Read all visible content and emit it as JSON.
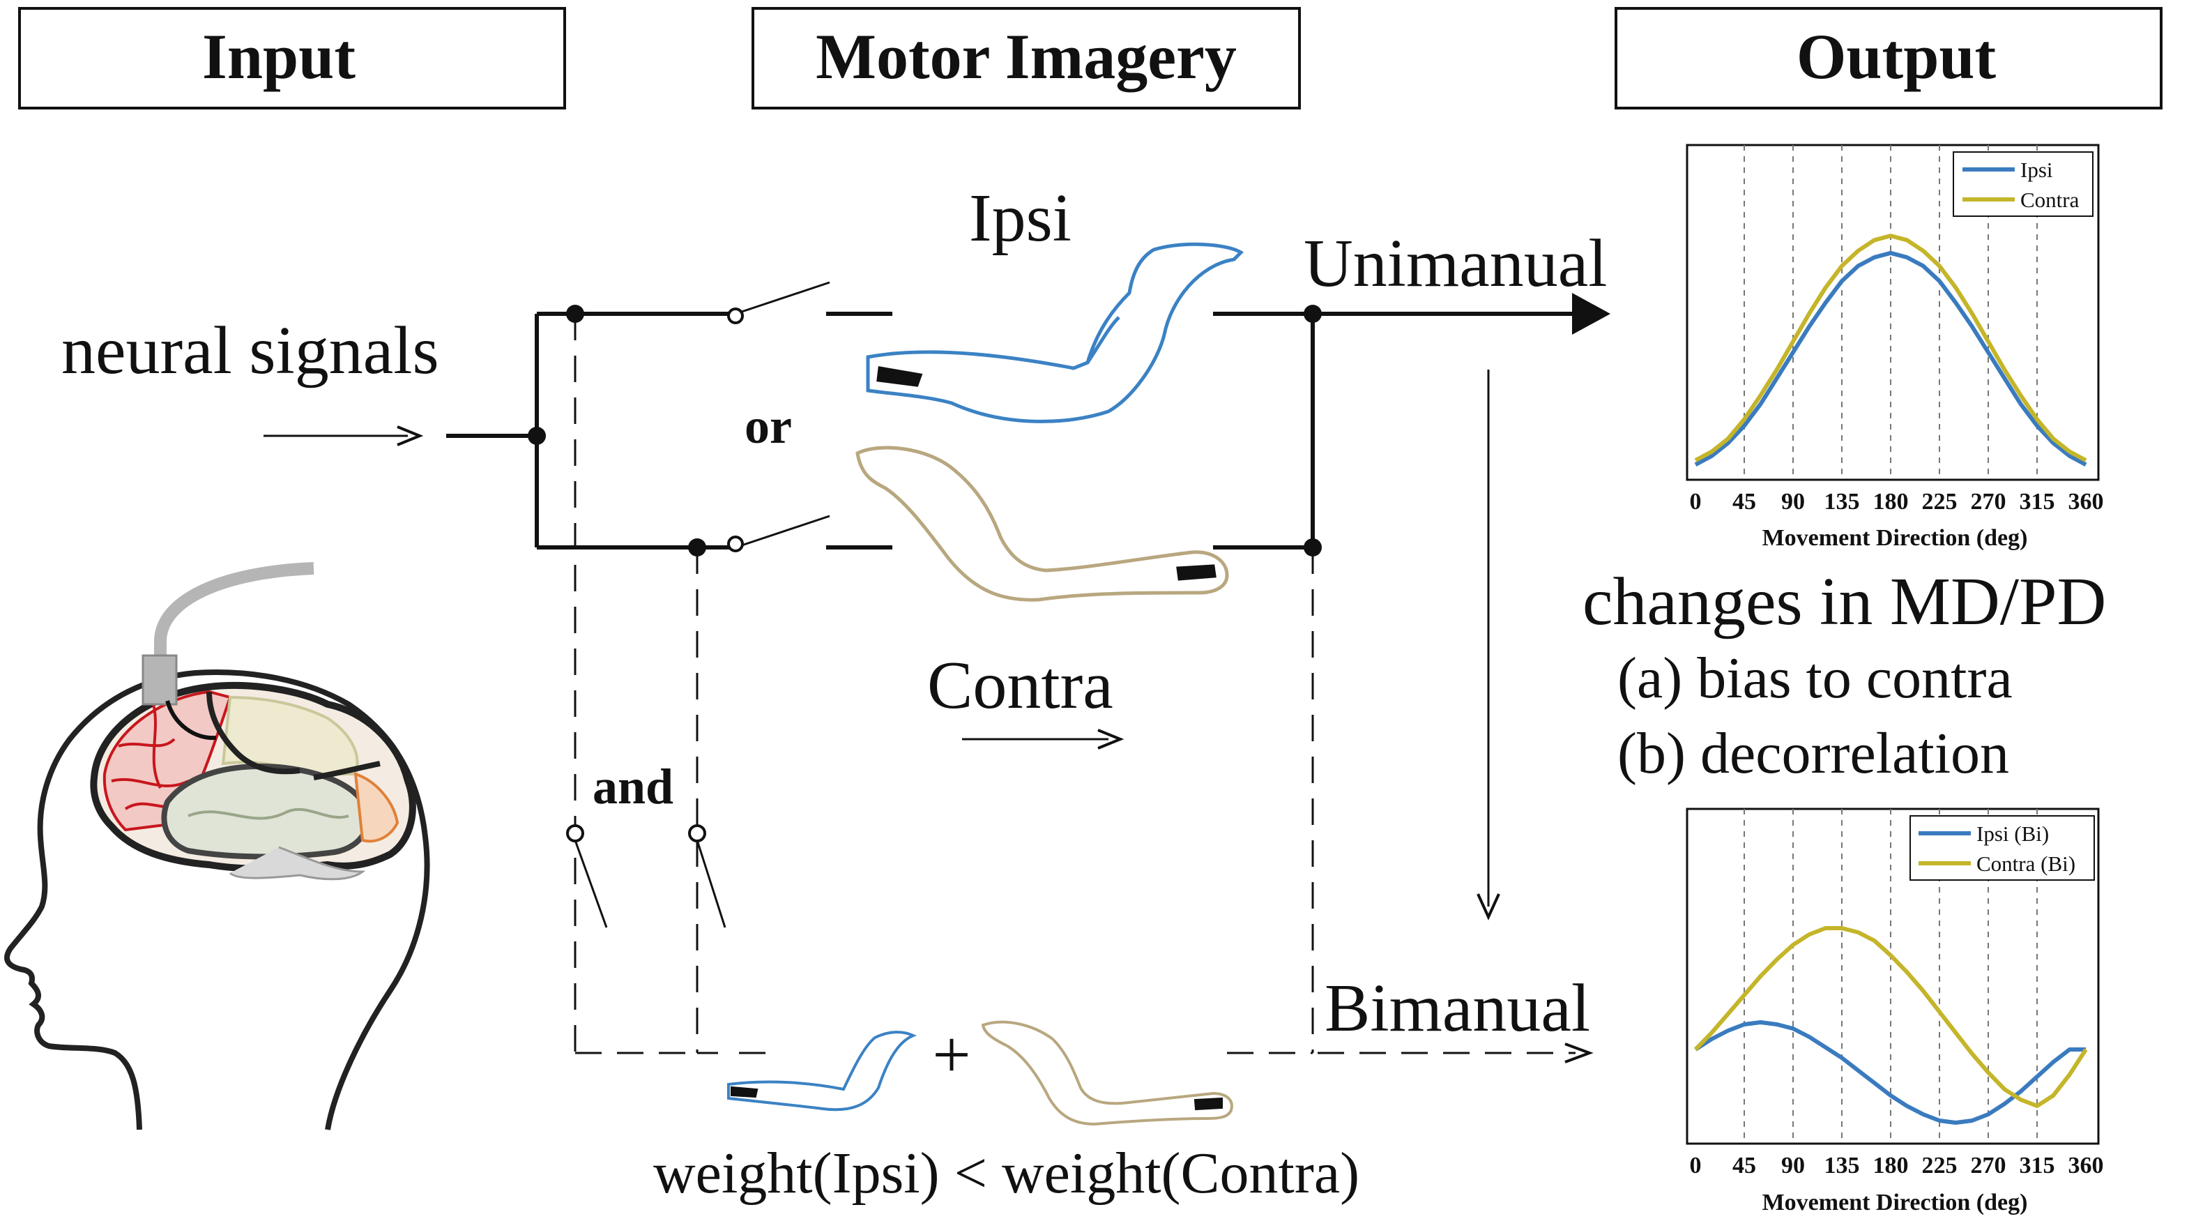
{
  "headers": {
    "input": "Input",
    "motor": "Motor Imagery",
    "output": "Output"
  },
  "labels": {
    "neural_signals": "neural signals",
    "ipsi": "Ipsi",
    "contra": "Contra",
    "or": "or",
    "and": "and",
    "unimanual": "Unimanual",
    "bimanual": "Bimanual",
    "weight": "weight(Ipsi) < weight(Contra)",
    "plus": "+",
    "changes_title": "changes in MD/PD",
    "change_a": "(a) bias to contra",
    "change_b": "(b) decorrelation"
  },
  "colors": {
    "ipsi": "#3a7bbf",
    "contra": "#c4b52a",
    "arm_ipsi": "#3b82c4",
    "arm_contra": "#b8a77f",
    "brain_red": "#c8161d",
    "brain_olive": "#9aa58a",
    "brain_yellow": "#c8c89a",
    "brain_orange": "#e0813a"
  },
  "icons": [
    "head-profile-icon",
    "brain-icon",
    "electrode-cable-icon",
    "ipsi-arm-icon",
    "contra-arm-icon"
  ],
  "chart_data": [
    {
      "type": "line",
      "x": [
        0,
        15,
        30,
        45,
        60,
        75,
        90,
        105,
        120,
        135,
        150,
        165,
        180,
        195,
        210,
        225,
        240,
        255,
        270,
        285,
        300,
        315,
        330,
        345
      ],
      "series": [
        {
          "name": "Ipsi",
          "values": [
            0.02,
            0.06,
            0.12,
            0.2,
            0.3,
            0.42,
            0.54,
            0.66,
            0.77,
            0.87,
            0.94,
            0.98,
            1.0,
            0.98,
            0.94,
            0.87,
            0.77,
            0.66,
            0.54,
            0.42,
            0.3,
            0.2,
            0.12,
            0.06
          ]
        },
        {
          "name": "Contra",
          "values": [
            0.04,
            0.08,
            0.14,
            0.23,
            0.34,
            0.46,
            0.59,
            0.72,
            0.84,
            0.94,
            1.01,
            1.06,
            1.08,
            1.06,
            1.01,
            0.94,
            0.84,
            0.72,
            0.59,
            0.46,
            0.34,
            0.23,
            0.14,
            0.08
          ]
        }
      ],
      "xticks": [
        "0",
        "45",
        "90",
        "135",
        "180",
        "225",
        "270",
        "315",
        "360"
      ],
      "xlabel": "Movement Direction (deg)",
      "xlim": [
        0,
        360
      ],
      "grid": "vertical",
      "legend": "top-right"
    },
    {
      "type": "line",
      "x": [
        0,
        15,
        30,
        45,
        60,
        75,
        90,
        105,
        120,
        135,
        150,
        165,
        180,
        195,
        210,
        225,
        240,
        255,
        270,
        285,
        300,
        315,
        330,
        345
      ],
      "series": [
        {
          "name": "Ipsi (Bi)",
          "values": [
            0.0,
            0.05,
            0.09,
            0.12,
            0.13,
            0.12,
            0.1,
            0.06,
            0.01,
            -0.04,
            -0.1,
            -0.16,
            -0.22,
            -0.27,
            -0.31,
            -0.34,
            -0.35,
            -0.34,
            -0.31,
            -0.26,
            -0.2,
            -0.13,
            -0.06,
            0.0
          ]
        },
        {
          "name": "Contra (Bi)",
          "values": [
            0.0,
            0.08,
            0.17,
            0.26,
            0.35,
            0.43,
            0.5,
            0.55,
            0.58,
            0.58,
            0.56,
            0.52,
            0.45,
            0.37,
            0.28,
            0.18,
            0.08,
            -0.02,
            -0.11,
            -0.19,
            -0.24,
            -0.27,
            -0.22,
            -0.12
          ]
        }
      ],
      "xticks": [
        "0",
        "45",
        "90",
        "135",
        "180",
        "225",
        "270",
        "315",
        "360"
      ],
      "xlabel": "Movement Direction (deg)",
      "xlim": [
        0,
        360
      ],
      "grid": "vertical",
      "legend": "top-right"
    }
  ]
}
